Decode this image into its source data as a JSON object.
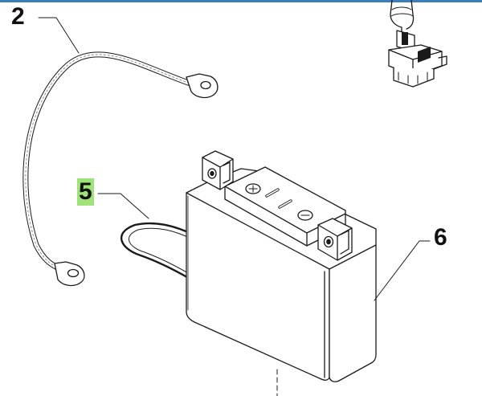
{
  "colors": {
    "top_bar": "#3c7fb8",
    "line": "#1a1a1a",
    "highlight": "#9fe27a",
    "body_fill": "#ffffff"
  },
  "callouts": {
    "part_2": "2",
    "part_5": "5",
    "part_6": "6"
  },
  "parts": [
    {
      "number": "2",
      "name": "battery-cable"
    },
    {
      "number": "5",
      "name": "rubber-band"
    },
    {
      "number": "6",
      "name": "battery"
    }
  ]
}
